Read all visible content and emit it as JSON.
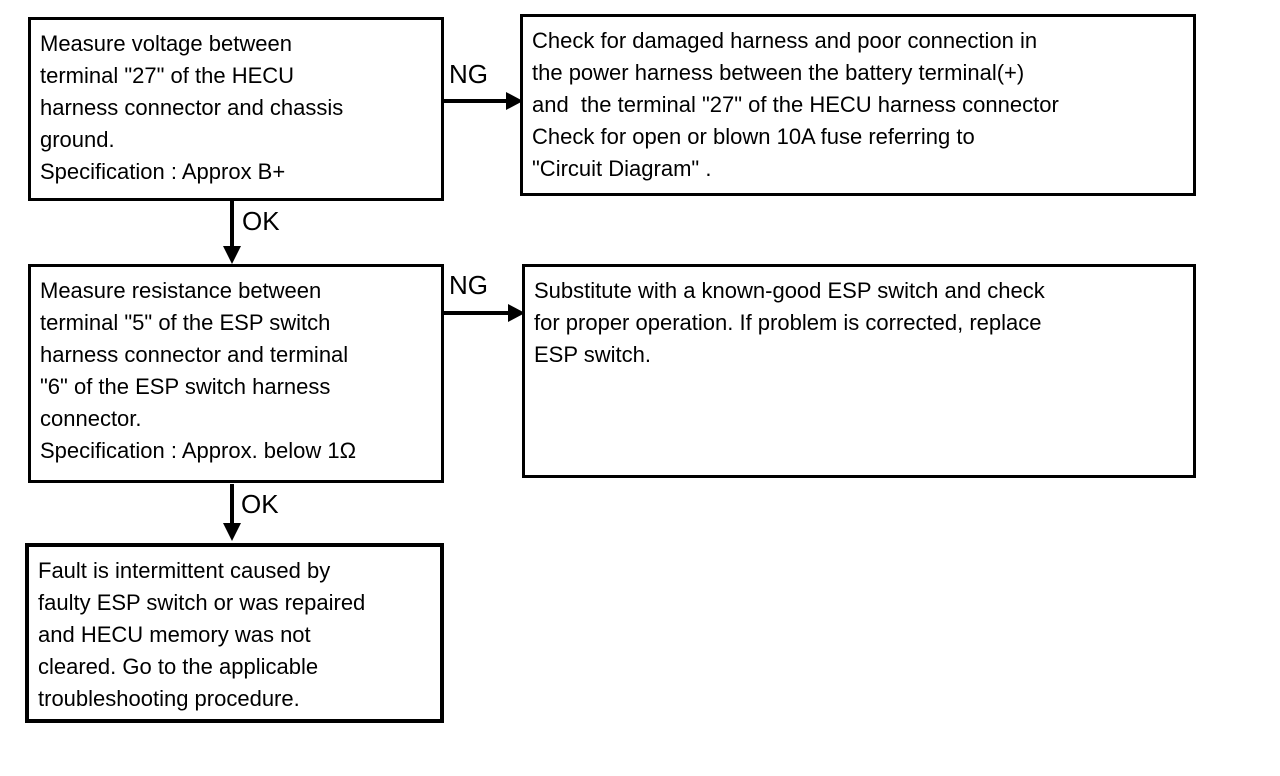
{
  "diagram": {
    "type": "troubleshooting-flowchart",
    "boxes": {
      "measure_voltage": {
        "text": "Measure voltage between\nterminal \"27\" of the HECU\nharness connector and chassis\nground.\nSpecification : Approx B+"
      },
      "check_harness": {
        "text": "Check for damaged harness and poor connection in\nthe power harness between the battery terminal(+)\nand  the terminal \"27\" of the HECU harness connector\nCheck for open or blown 10A fuse referring to\n\"Circuit Diagram\" ."
      },
      "measure_resistance": {
        "text": "Measure resistance between\nterminal \"5\" of the ESP switch\nharness connector and terminal\n\"6\" of the ESP switch harness\nconnector.\nSpecification : Approx. below 1Ω"
      },
      "substitute_switch": {
        "text": "Substitute with a known-good ESP switch and check\nfor proper operation. If problem is corrected, replace\nESP switch."
      },
      "intermittent_fault": {
        "text": "Fault is intermittent caused by\nfaulty ESP switch or was repaired\nand HECU memory was not\ncleared. Go to the applicable\ntroubleshooting procedure."
      }
    },
    "labels": {
      "ng1": "NG",
      "ok1": "OK",
      "ng2": "NG",
      "ok2": "OK"
    },
    "colors": {
      "line": "#000000",
      "background": "#ffffff",
      "text": "#000000"
    }
  }
}
